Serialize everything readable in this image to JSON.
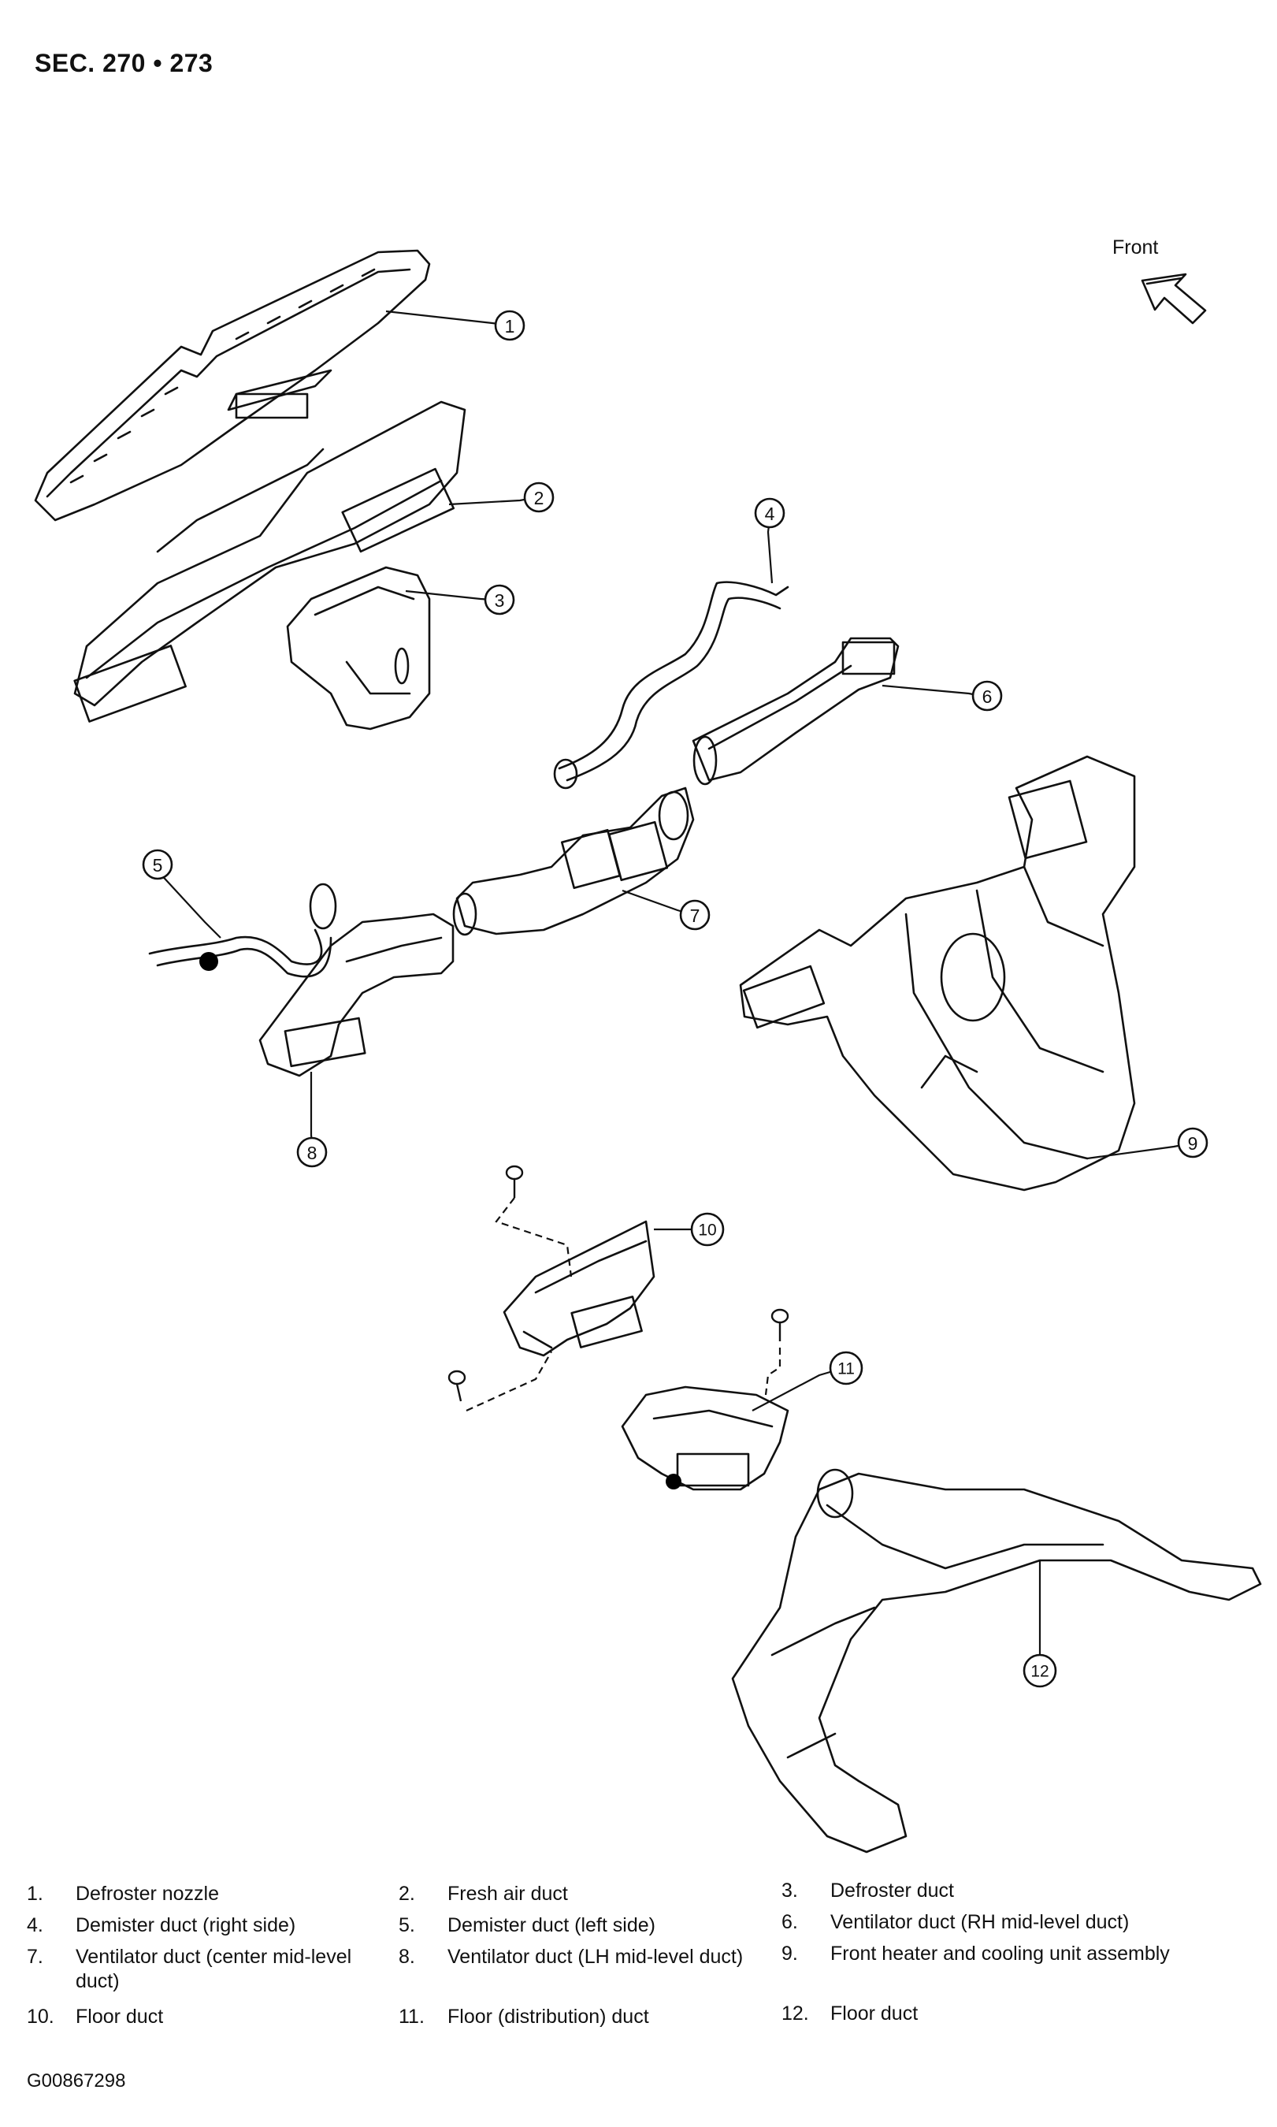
{
  "header": {
    "section": "SEC. 270 • 273"
  },
  "orientation": {
    "label": "Front"
  },
  "callouts": [
    "1",
    "2",
    "3",
    "4",
    "5",
    "6",
    "7",
    "8",
    "9",
    "10",
    "11",
    "12"
  ],
  "legend": [
    {
      "num": "1.",
      "text": "Defroster nozzle"
    },
    {
      "num": "2.",
      "text": "Fresh air duct"
    },
    {
      "num": "3.",
      "text": "Defroster duct"
    },
    {
      "num": "4.",
      "text": "Demister duct (right side)"
    },
    {
      "num": "5.",
      "text": "Demister duct (left side)"
    },
    {
      "num": "6.",
      "text": "Ventilator duct (RH mid-level duct)"
    },
    {
      "num": "7.",
      "text": "Ventilator duct (center mid-level duct)"
    },
    {
      "num": "8.",
      "text": "Ventilator duct (LH mid-level duct)"
    },
    {
      "num": "9.",
      "text": "Front heater and cooling unit assembly"
    },
    {
      "num": "10.",
      "text": "Floor duct"
    },
    {
      "num": "11.",
      "text": "Floor (distribution) duct"
    },
    {
      "num": "12.",
      "text": "Floor duct"
    }
  ],
  "figure_id": "G00867298"
}
